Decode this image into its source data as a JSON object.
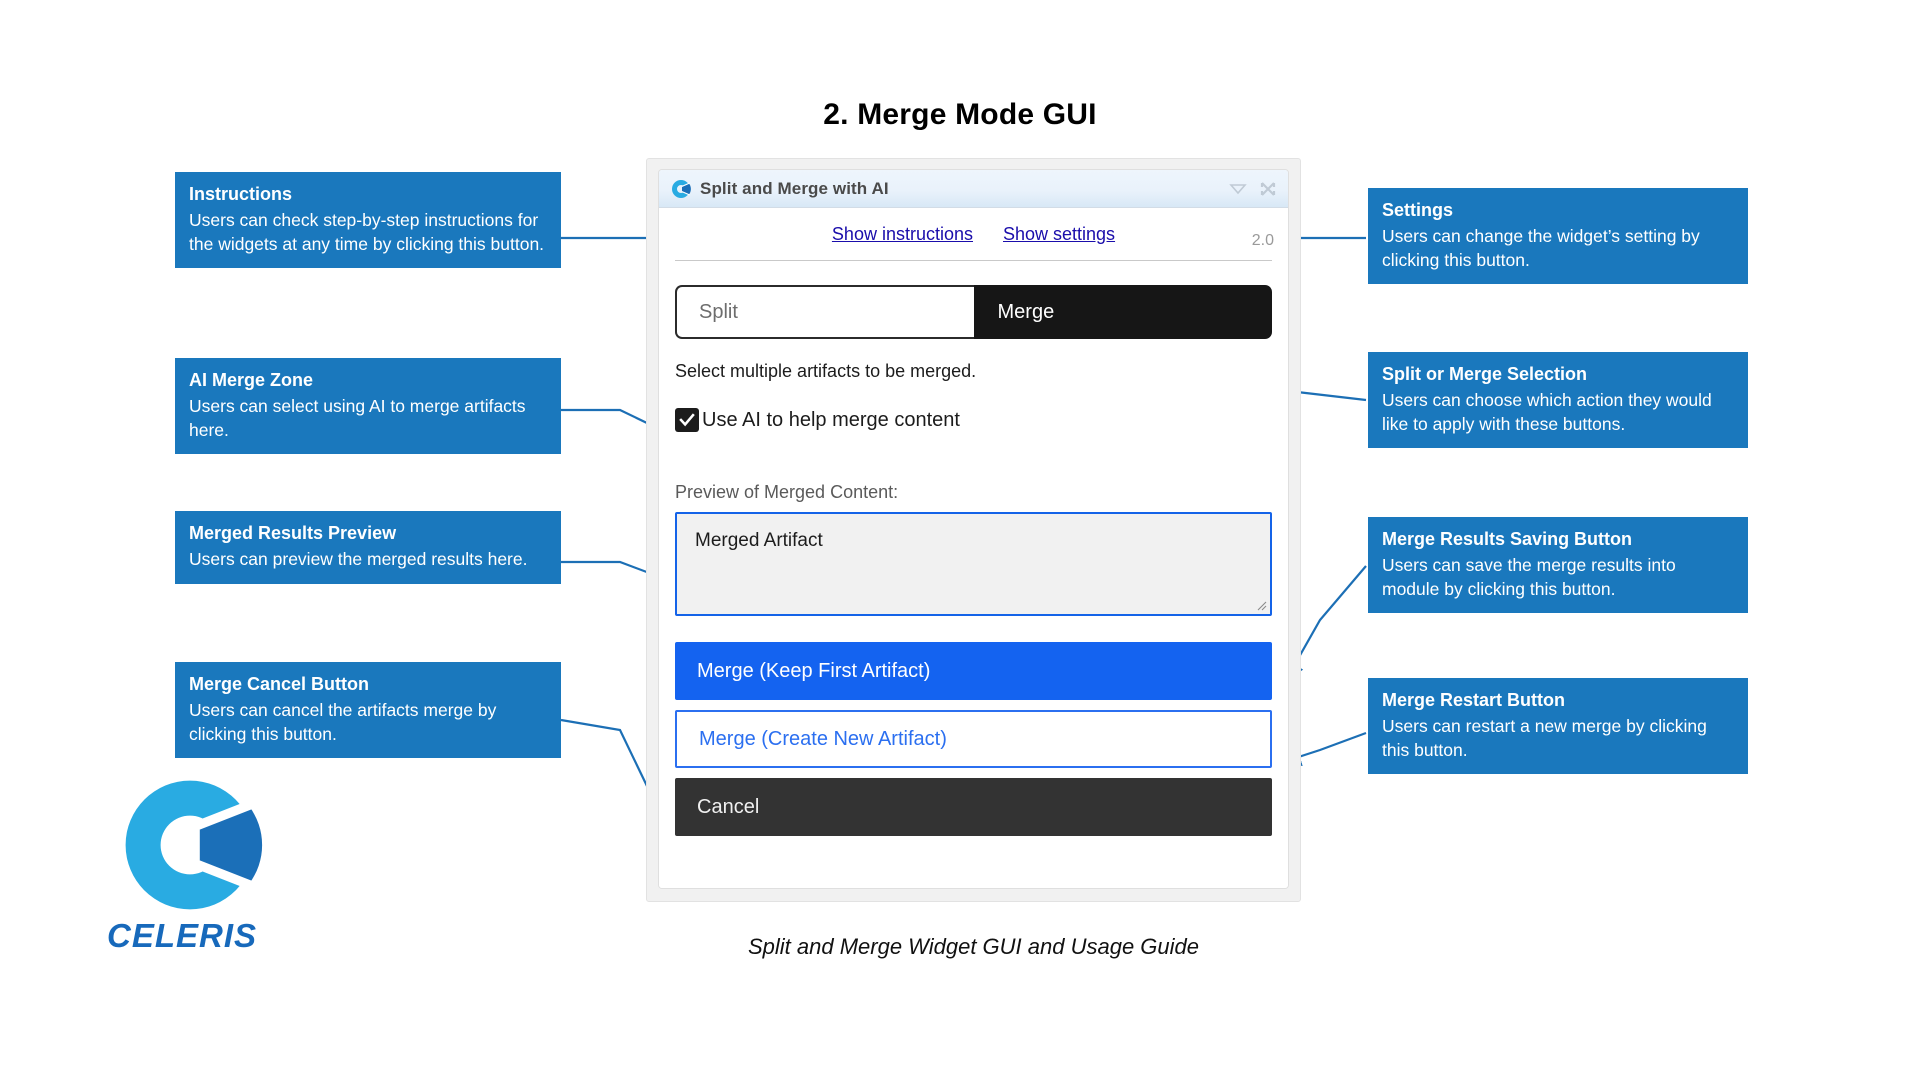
{
  "page": {
    "title": "2. Merge Mode GUI",
    "caption": "Split and Merge Widget GUI and Usage Guide"
  },
  "brand": {
    "name": "CELERIS",
    "logo_icon": "celeris-c-logo-icon",
    "primary_color": "#1769bb",
    "accent_color": "#29ABE2"
  },
  "widget": {
    "titlebar": {
      "app_icon": "celeris-c-logo-icon",
      "title": "Split and Merge with AI",
      "minimize_icon": "chevron-down-triangle-icon",
      "close_icon": "close-x-icon"
    },
    "links": {
      "instructions": "Show instructions",
      "settings": "Show settings"
    },
    "version": "2.0",
    "mode_toggle": {
      "options": [
        "Split",
        "Merge"
      ],
      "selected": "Merge"
    },
    "hint": "Select multiple artifacts to be merged.",
    "ai_checkbox": {
      "label": "Use AI to help merge content",
      "checked": true,
      "check_icon": "checkmark-icon"
    },
    "preview": {
      "label": "Preview of Merged Content:",
      "value": "Merged Artifact",
      "resize_icon": "resize-grip-icon"
    },
    "actions": {
      "merge_keep_first": "Merge (Keep First Artifact)",
      "merge_create_new": "Merge (Create New Artifact)",
      "cancel": "Cancel"
    },
    "colors": {
      "primary_button": "#1463f0",
      "outline_button_border": "#2b6ff0",
      "cancel_button": "#333333",
      "active_toggle": "#161616",
      "preview_border": "#1463e8"
    }
  },
  "callouts": {
    "box_color": "#1a78bd",
    "connector_color": "#1c6fb5",
    "left": [
      {
        "title": "Instructions",
        "body": "Users can check step-by-step instructions for the widgets at any time by clicking this button."
      },
      {
        "title": "AI Merge Zone",
        "body": "Users can select using AI to merge artifacts here."
      },
      {
        "title": "Merged Results Preview",
        "body": "Users can preview the merged results here."
      },
      {
        "title": "Merge Cancel Button",
        "body": "Users can cancel the artifacts merge by clicking this button."
      }
    ],
    "right": [
      {
        "title": "Settings",
        "body": "Users can change the widget’s setting by clicking this button."
      },
      {
        "title": "Split or Merge Selection",
        "body": "Users can choose which action they would like to apply with these buttons."
      },
      {
        "title": "Merge Results Saving Button",
        "body": "Users can save the merge results into module by clicking this button."
      },
      {
        "title": "Merge Restart Button",
        "body": "Users can restart a new merge by clicking this button."
      }
    ]
  }
}
